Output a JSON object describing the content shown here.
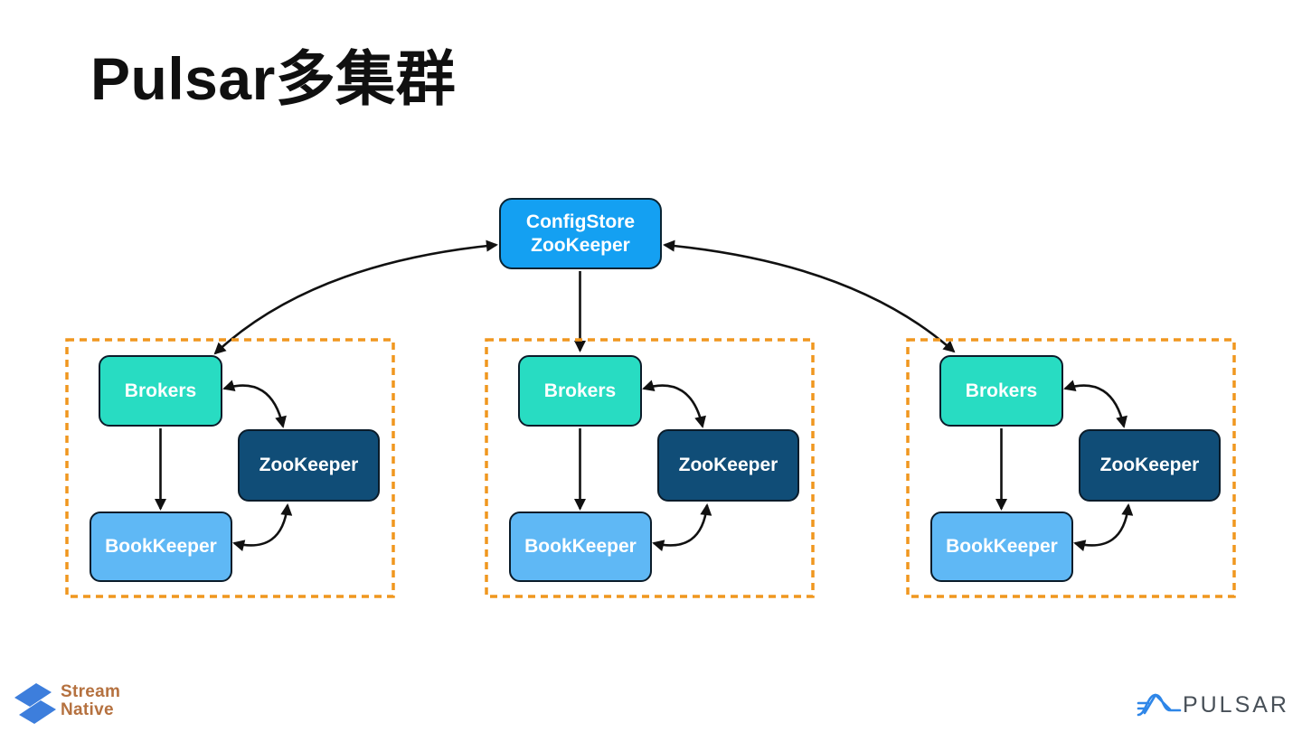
{
  "title": "Pulsar多集群",
  "config_store": {
    "line1": "ConfigStore",
    "line2": "ZooKeeper"
  },
  "clusters": [
    {
      "brokers": "Brokers",
      "zookeeper": "ZooKeeper",
      "bookkeeper": "BookKeeper"
    },
    {
      "brokers": "Brokers",
      "zookeeper": "ZooKeeper",
      "bookkeeper": "BookKeeper"
    },
    {
      "brokers": "Brokers",
      "zookeeper": "ZooKeeper",
      "bookkeeper": "BookKeeper"
    }
  ],
  "colors": {
    "config_box": "#14A0F2",
    "brokers_box": "#28DCC2",
    "zookeeper_box": "#104D77",
    "bookkeeper_box": "#5FB8F5",
    "cluster_border": "#F0971F",
    "arrow": "#111111",
    "streamnative_icon": "#3D7EDC",
    "streamnative_text": "#B5713F",
    "pulsar_icon": "#2E86E8",
    "pulsar_text": "#485058"
  },
  "footer": {
    "streamnative": {
      "line1": "Stream",
      "line2": "Native"
    },
    "pulsar_text": "PULSAR"
  },
  "icons": {
    "streamnative": "streamnative-logo-icon",
    "pulsar": "pulsar-logo-icon",
    "arrowhead": "arrowhead-icon"
  }
}
